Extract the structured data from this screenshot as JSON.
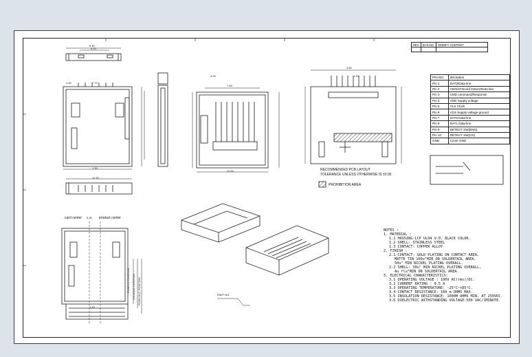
{
  "revision_table": {
    "headers": [
      "REV",
      "ECN.NO.",
      "MODIFY CONTENT"
    ]
  },
  "pin_table": {
    "header_pin": "PIN NO.",
    "header_desc": "discription",
    "rows": [
      {
        "pin": "Pin 1",
        "desc": "DAT2/Data line"
      },
      {
        "pin": "Pin 2",
        "desc": "CD/DAT3/card Detect/Data line"
      },
      {
        "pin": "Pin 3",
        "desc": "CMD command/Response"
      },
      {
        "pin": "Pin 4",
        "desc": "VDD Supply voltage"
      },
      {
        "pin": "Pin 5",
        "desc": "CLK Clock"
      },
      {
        "pin": "Pin 6",
        "desc": "VSS Supply voltage ground"
      },
      {
        "pin": "Pin 7",
        "desc": "DAT0 Data line"
      },
      {
        "pin": "Pin 8",
        "desc": "DAT1 Data line"
      },
      {
        "pin": "Pin 9",
        "desc": "DETECT SW(END)"
      },
      {
        "pin": "Pin 10",
        "desc": "DETECT SW(CD)"
      },
      {
        "pin": "GND",
        "desc": "Cover GND"
      }
    ]
  },
  "layout_notes": {
    "recommended": "RECOMMENDED PCB LAYOUT",
    "tolerance": "TOLERANCE UNLESS OTHERWISE IS ±0.05",
    "prohibition": "PROHIBITION AREA"
  },
  "labels": {
    "card_center": "card center",
    "product_center": "product center",
    "part_no": "PART NO.",
    "push_in": "PUSH IN POSITION",
    "lock": "LOCKING POSITION",
    "push_out": "PUSH OUT POSITION"
  },
  "notes": {
    "title": "NOTES :",
    "lines": [
      "1. MATERIAL :",
      "1.1 HOUSING:LCP UL94 V-0, BLACK COLOR.",
      "1.2 SHELL: STAINLESS STEEL",
      "1.3 CONTACT: COPPER ALLOY",
      "2. FINISH :",
      "2.1 CONTACT: GOLD PLATING ON CONTACT AREA,",
      "MATTE TIN 100u\"MIN ON SOLDERTAIL AREA,",
      "50u\" MIN NICKEL PLATING OVERALL.",
      "2.2 SHELL: 30u\" MIN NICKEL PLATING OVERALL,",
      "Au flu\"MIN ON SOLDERTAIL AREA.",
      "3. ELECTRICAL CHARACTERISTICS:",
      "3.1 OPERATING VOLTAGE : 100V AC(rms)/DC.",
      "3.2 CURRENT RATING : 0.5 A",
      "3.3 OPERATING TEMPERATURE: -25°C~+85°C.",
      "3.4 CONTACT RESISTANCE: 100 m OHMS MAX.",
      "3.5 INSULATION RESISTANCE: 1000M OHMS MIN. AT 250VDC.",
      "3.6 DIELECTRIC WITHSTANDING VOLTAGE:500 VAC/1MINUTE."
    ]
  },
  "dims": {
    "d1": "6.40",
    "d2": "4.20",
    "d3": "1.40",
    "d4": "7.70",
    "d5": "1.30",
    "d6": "11.20",
    "d7": "10.40",
    "d8": "4.25",
    "d9": "7.63",
    "d10": "1.10",
    "d11": "11.00",
    "d12": "4.62",
    "d13": "1.20",
    "d14": "5.30",
    "d15": "1.20"
  },
  "colors": {
    "sheet": "#ffffff",
    "background": "#dde3ea",
    "ink": "#1a1a1a"
  }
}
